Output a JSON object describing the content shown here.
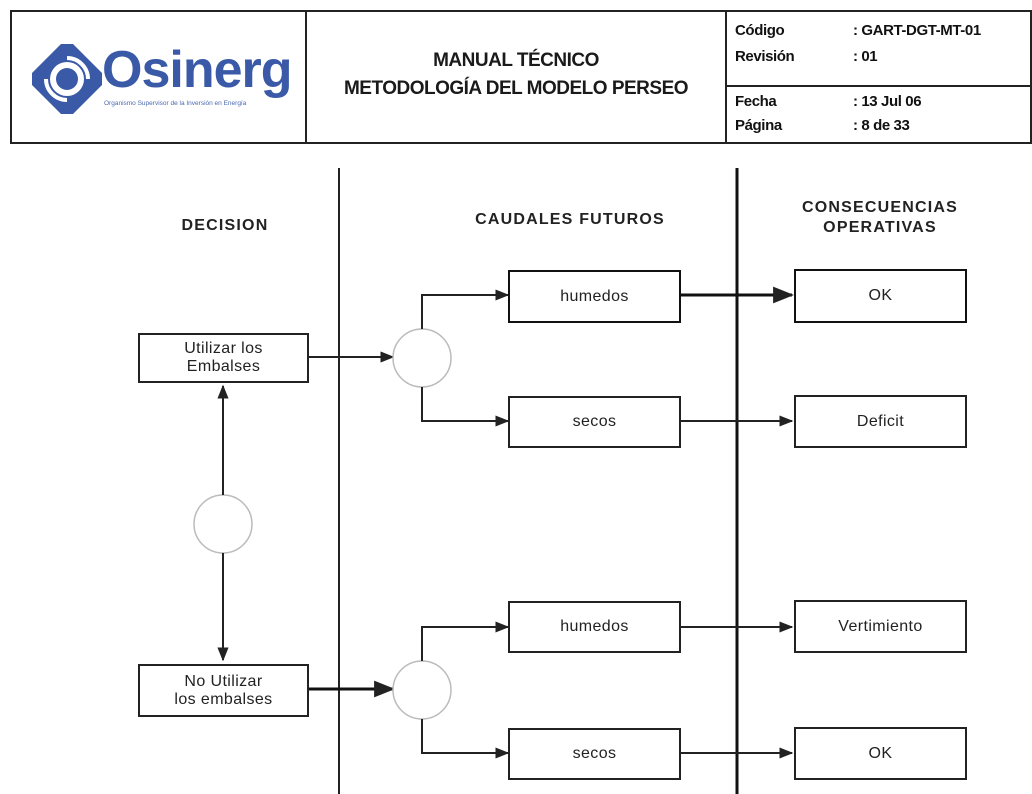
{
  "header": {
    "logo": {
      "wordmark": "Osinerg",
      "tagline": "Organismo Supervisor de la Inversión en Energía"
    },
    "title_line1": "MANUAL TÉCNICO",
    "title_line2": "METODOLOGÍA DEL MODELO PERSEO",
    "meta": {
      "codigo_label": "Código",
      "codigo_value": ": GART-DGT-MT-01",
      "revision_label": "Revisión",
      "revision_value": ": 01",
      "fecha_label": "Fecha",
      "fecha_value": ": 13 Jul 06",
      "pagina_label": "Página",
      "pagina_value": ": 8 de 33"
    }
  },
  "diagram": {
    "columns": {
      "decision": "DECISION",
      "caudales": "CAUDALES FUTUROS",
      "consecuencias_line1": "CONSECUENCIAS",
      "consecuencias_line2": "OPERATIVAS"
    },
    "decisions": {
      "utilizar_line1": "Utilizar los",
      "utilizar_line2": "Embalses",
      "no_utilizar_line1": "No Utilizar",
      "no_utilizar_line2": "los embalses"
    },
    "flows": {
      "humedos_1": "humedos",
      "secos_1": "secos",
      "humedos_2": "humedos",
      "secos_2": "secos"
    },
    "outcomes": {
      "ok_1": "OK",
      "deficit": "Deficit",
      "vertimiento": "Vertimiento",
      "ok_2": "OK"
    }
  },
  "colors": {
    "logo_blue": "#3a5aa8",
    "line": "#222222"
  }
}
